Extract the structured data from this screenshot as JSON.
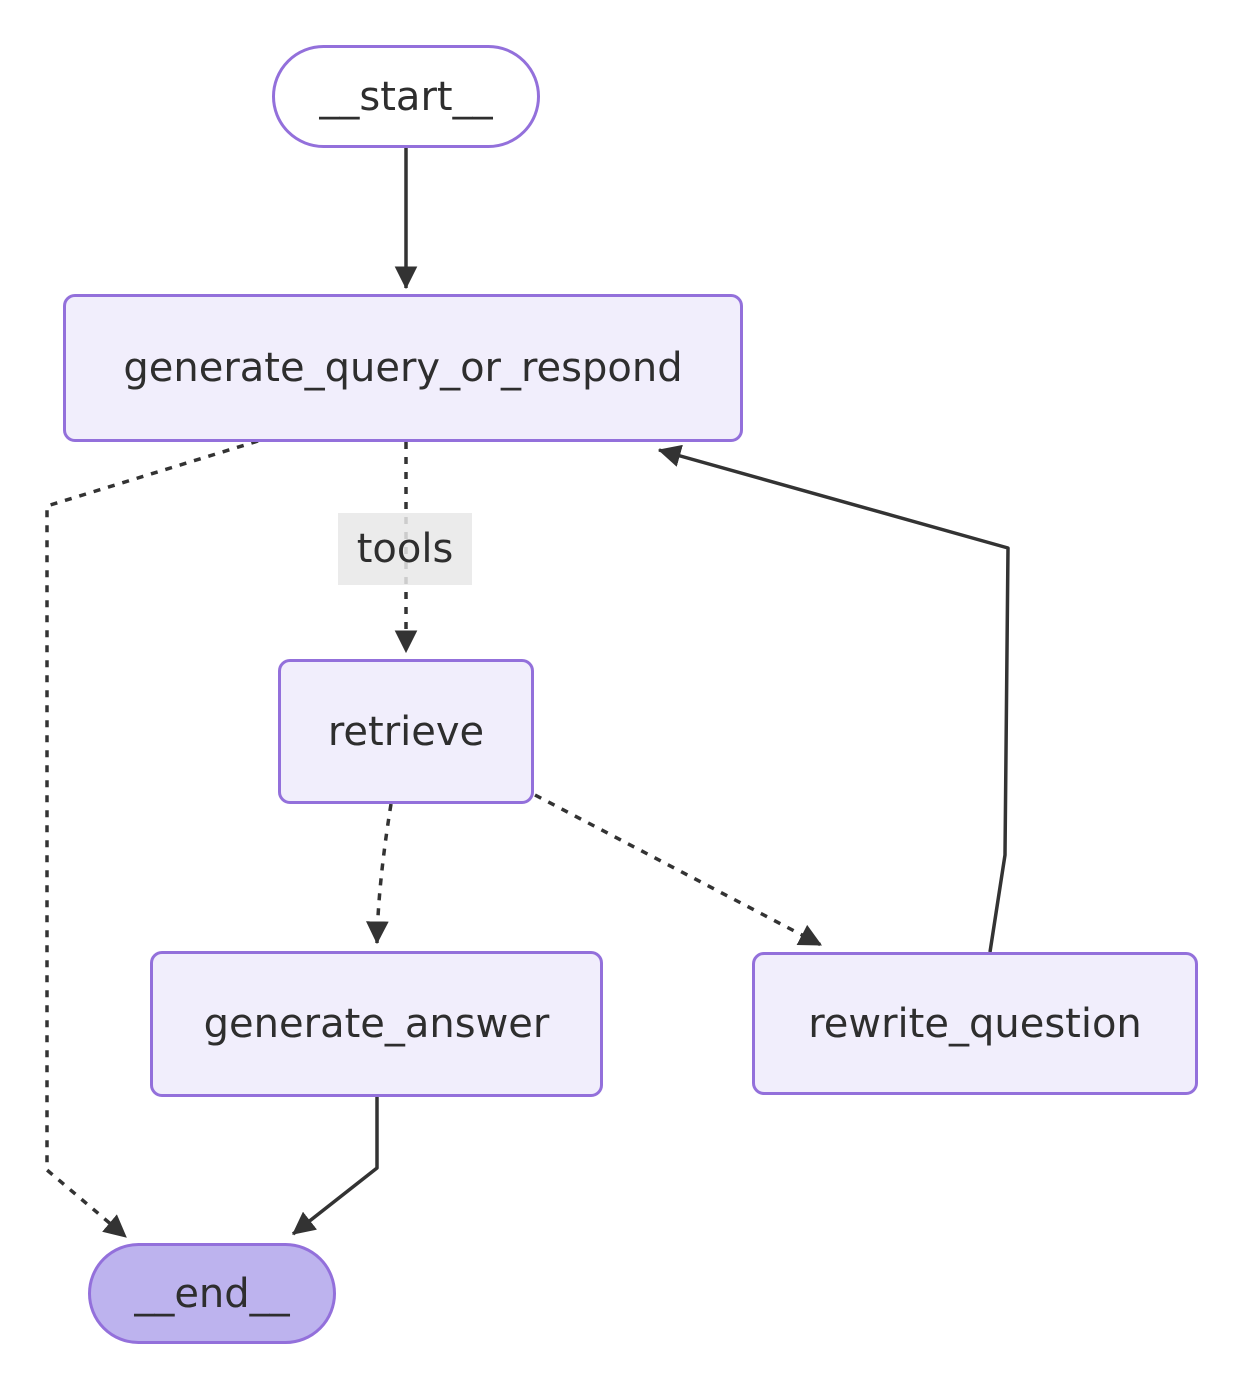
{
  "diagram": {
    "type": "flowchart",
    "direction": "top-down",
    "nodes": {
      "start": {
        "label": "__start__",
        "shape": "stadium"
      },
      "generate_query_or_respond": {
        "label": "generate_query_or_respond",
        "shape": "rect"
      },
      "retrieve": {
        "label": "retrieve",
        "shape": "rect"
      },
      "generate_answer": {
        "label": "generate_answer",
        "shape": "rect"
      },
      "rewrite_question": {
        "label": "rewrite_question",
        "shape": "rect"
      },
      "end": {
        "label": "__end__",
        "shape": "stadium"
      }
    },
    "edge_labels": {
      "tools": "tools"
    },
    "edges": [
      {
        "from": "__start__",
        "to": "generate_query_or_respond",
        "style": "solid"
      },
      {
        "from": "generate_query_or_respond",
        "to": "retrieve",
        "style": "dotted",
        "label": "tools"
      },
      {
        "from": "generate_query_or_respond",
        "to": "__end__",
        "style": "dotted"
      },
      {
        "from": "retrieve",
        "to": "generate_answer",
        "style": "dotted"
      },
      {
        "from": "retrieve",
        "to": "rewrite_question",
        "style": "dotted"
      },
      {
        "from": "rewrite_question",
        "to": "generate_query_or_respond",
        "style": "solid"
      },
      {
        "from": "generate_answer",
        "to": "__end__",
        "style": "solid"
      }
    ],
    "colors": {
      "background": "#FFFFFF",
      "node_fill": "#F1EEFC",
      "node_border": "#9370DB",
      "start_fill": "#FFFFFF",
      "end_fill": "#BDB3EE",
      "edge": "#333333",
      "label_bg": "#E8E8E8",
      "text": "#2E2E2E"
    }
  }
}
